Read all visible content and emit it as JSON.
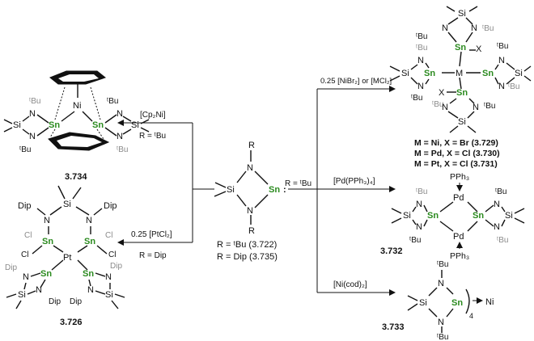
{
  "center": {
    "r_top": "R",
    "r_bot": "R",
    "si": "Si",
    "n_top": "N",
    "n_bot": "N",
    "sn": "Sn",
    "colon": ":",
    "label_tbu": "R = ᵗBu (3.722)",
    "label_dip": "R = Dip (3.735)"
  },
  "arrows": {
    "cp2ni_reagent": "[Cp₂Ni]",
    "cp2ni_cond": "R = ᵗBu",
    "ptcl2_reagent": "0.25 [PtCl₂]",
    "ptcl2_cond": "R = Dip",
    "right_cond": "R = ᵗBu",
    "nibr2_reagent": "0.25 [NiBr₂] or [MCl₂]",
    "pdpph3_reagent": "[Pd(PPh₃)₄]",
    "nicod_reagent": "[Ni(cod)₂]"
  },
  "compounds": {
    "c3734": {
      "number": "3.734",
      "ni": "Ni",
      "sn1": "Sn",
      "sn2": "Sn",
      "tbu": "ᵗBu",
      "n": "N",
      "si": "Si"
    },
    "c3726": {
      "number": "3.726",
      "pt": "Pt",
      "sn": "Sn",
      "cl": "Cl",
      "dip": "Dip",
      "n": "N",
      "si": "Si"
    },
    "c3729": {
      "m": "M",
      "x": "X",
      "sn": "Sn",
      "tbu": "ᵗBu",
      "n": "N",
      "si": "Si",
      "line1": "M = Ni, X = Br (3.729)",
      "line2": "M = Pd, X = Cl (3.730)",
      "line3": "M = Pt, X = Cl (3.731)"
    },
    "c3732": {
      "number": "3.732",
      "pd": "Pd",
      "pph3": "PPh₃",
      "sn": "Sn",
      "tbu": "ᵗBu",
      "n": "N",
      "si": "Si"
    },
    "c3733": {
      "number": "3.733",
      "sn": "Sn",
      "si": "Si",
      "n": "N",
      "tbu": "ᵗBu",
      "sub4": "4",
      "ni": "Ni"
    }
  }
}
